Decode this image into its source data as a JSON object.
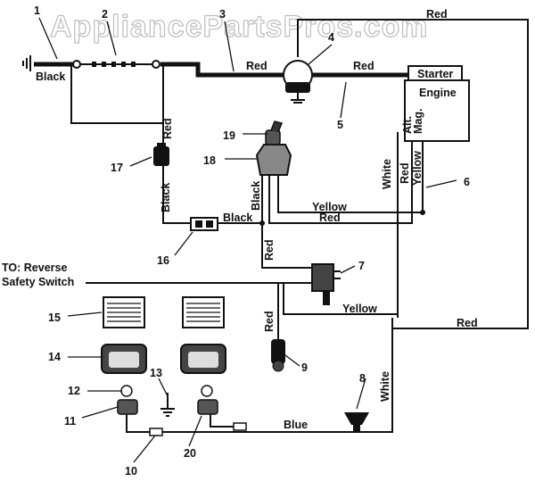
{
  "watermark": "AppliancePartsPros.com",
  "callouts": {
    "n1": "1",
    "n2": "2",
    "n3": "3",
    "n4": "4",
    "n5": "5",
    "n6": "6",
    "n7": "7",
    "n8": "8",
    "n9": "9",
    "n10": "10",
    "n11": "11",
    "n12": "12",
    "n13": "13",
    "n14": "14",
    "n15": "15",
    "n16": "16",
    "n17": "17",
    "n18": "18",
    "n19": "19",
    "n20": "20"
  },
  "wire_labels": {
    "black_battery": "Black",
    "red_top_left": "Red",
    "red_top_mid": "Red",
    "red_top_right": "Red",
    "red_vertical_17": "Red",
    "black_vertical_left": "Black",
    "black_switch18": "Black",
    "black_to_16": "Black",
    "yellow_horizontal": "Yellow",
    "red_horizontal": "Red",
    "white_vertical": "White",
    "red_vertical_engine": "Red",
    "yellow_vertical_engine": "Yellow",
    "red_vertical_center": "Red",
    "red_vertical_lower": "Red",
    "yellow_lower": "Yellow",
    "red_lower_right": "Red",
    "white_lower": "White",
    "blue": "Blue"
  },
  "blocks": {
    "starter": "Starter",
    "engine": "Engine",
    "alt_mag_1": "Alt.",
    "alt_mag_2": "Mag."
  },
  "notes": {
    "reverse_1": "TO: Reverse",
    "reverse_2": "Safety Switch"
  }
}
